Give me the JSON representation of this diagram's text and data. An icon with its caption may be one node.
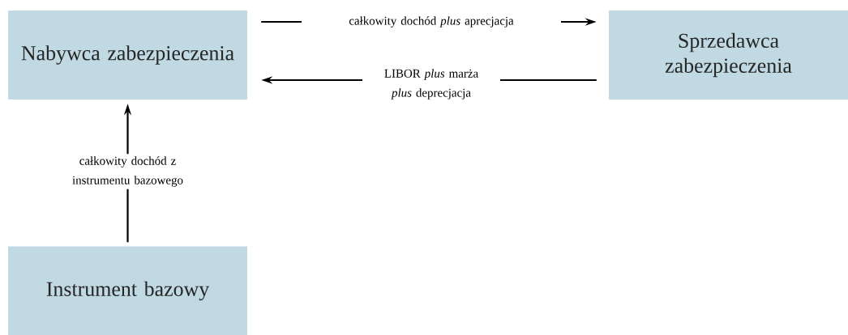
{
  "diagram": {
    "nodes": [
      {
        "text": [
          "Nabywca zabezpieczenia"
        ]
      },
      {
        "text": [
          "Sprzedawca zabezpieczenia"
        ]
      },
      {
        "text": [
          "Instrument bazowy"
        ]
      }
    ],
    "edges": [
      {
        "from": 0,
        "to": 1,
        "arrow": "to",
        "label": "całkowity dochód *plus* aprecjacja"
      },
      {
        "from": 1,
        "to": 0,
        "arrow": "to",
        "label": "LIBOR *plus* marża *plus* deprecjacja"
      },
      {
        "from": 2,
        "to": 0,
        "arrow": "to",
        "label": "całkowity dochód z instrumentu bazowego"
      }
    ]
  }
}
